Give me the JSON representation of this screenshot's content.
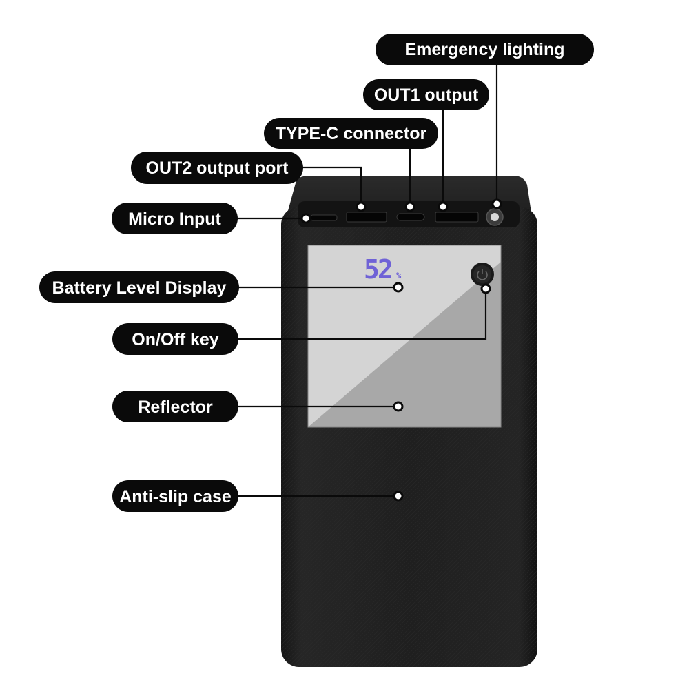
{
  "labels": {
    "emergency_lighting": "Emergency lighting",
    "out1_output": "OUT1 output",
    "type_c_connector": "TYPE-C connector",
    "out2_output_port": "OUT2 output port",
    "micro_input": "Micro Input",
    "battery_level_display": "Battery Level Display",
    "on_off_key": "On/Off key",
    "reflector": "Reflector",
    "anti_slip_case": "Anti-slip case"
  },
  "display": {
    "battery_level": "52",
    "unit": "%"
  },
  "colors": {
    "pill_background": "#0a0a0a",
    "pill_text": "#ffffff",
    "device_body": "#1c1c1c",
    "lcd_digits": "#6f62d6"
  },
  "icons": {
    "power": "power-icon",
    "flashlight": "flashlight-icon"
  }
}
